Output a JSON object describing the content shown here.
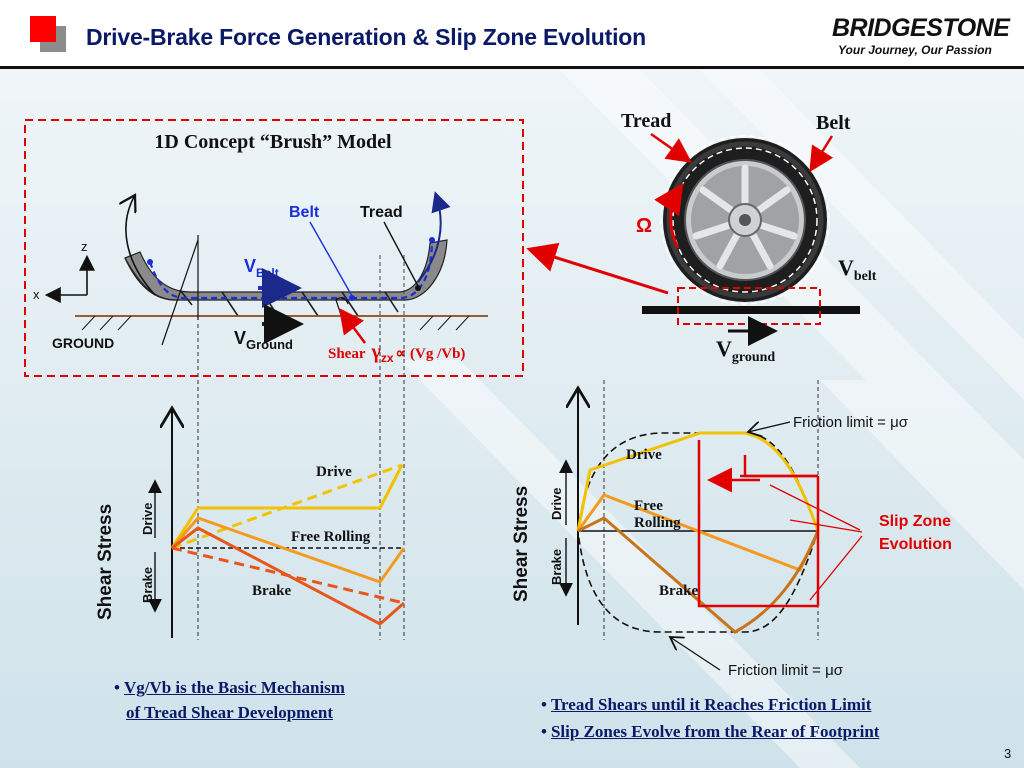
{
  "header": {
    "title": "Drive-Brake Force Generation & Slip Zone Evolution",
    "brand": "BRIDGESTONE",
    "tagline": "Your Journey, Our Passion"
  },
  "page_number": "3",
  "brush_model": {
    "title": "1D Concept “Brush” Model",
    "belt": "Belt",
    "tread": "Tread",
    "v_belt": "V",
    "v_belt_sub": "Belt",
    "v_ground": "V",
    "v_ground_sub": "Ground",
    "ground": "GROUND",
    "axis_z": "z",
    "axis_x": "x",
    "shear_word": "Shear",
    "gamma": "γ",
    "gamma_sub": "zx",
    "shear_rel": "∝ (Vg /Vb)"
  },
  "tire": {
    "tread": "Tread",
    "belt": "Belt",
    "omega": "Ω",
    "v_belt": "V",
    "v_belt_sub": "belt",
    "v_ground": "V",
    "v_ground_sub": "ground"
  },
  "left_plot": {
    "ylabel": "Shear Stress",
    "drive_axis": "Drive",
    "brake_axis": "Brake",
    "drive": "Drive",
    "free_rolling": "Free Rolling",
    "brake": "Brake"
  },
  "right_plot": {
    "ylabel": "Shear Stress",
    "drive_axis": "Drive",
    "brake_axis": "Brake",
    "drive": "Drive",
    "free": "Free",
    "rolling": "Rolling",
    "brake": "Brake",
    "friction_top": "Friction limit = μσ",
    "friction_bottom": "Friction limit = μσ",
    "slip_zone_1": "Slip Zone",
    "slip_zone_2": "Evolution"
  },
  "bullets": {
    "left_1": "Vg/Vb is the Basic Mechanism",
    "left_2": "of Tread Shear Development",
    "right_1": "Tread Shears until it Reaches Friction Limit",
    "right_2": "Slip Zones Evolve from the Rear of Footprint"
  },
  "colors": {
    "title": "#0a1a66",
    "red": "#e00000",
    "drive_line": "#f2c200",
    "free_line": "#f59a1c",
    "brake_line": "#e8561c",
    "blue": "#1010e0"
  }
}
